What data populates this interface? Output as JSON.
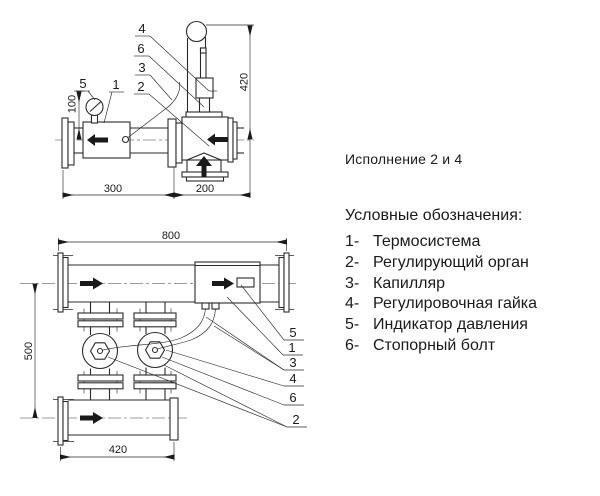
{
  "title": "Исполнение 2 и 4",
  "legend": {
    "heading": "Условные обозначения:",
    "items": [
      {
        "num": "1-",
        "label": "Термосистема"
      },
      {
        "num": "2-",
        "label": "Регулирующий орган"
      },
      {
        "num": "3-",
        "label": "Капилляр"
      },
      {
        "num": "4-",
        "label": "Регулировочная гайка"
      },
      {
        "num": "5-",
        "label": "Индикатор давления"
      },
      {
        "num": "6-",
        "label": "Стопорный болт"
      }
    ]
  },
  "top_drawing": {
    "callouts": {
      "n1": "1",
      "n2": "2",
      "n3": "3",
      "n4": "4",
      "n5": "5",
      "n6": "6"
    },
    "dimensions": {
      "gauge_height": "100",
      "actuator_height": "420",
      "span_left": "300",
      "span_right": "200"
    }
  },
  "bottom_drawing": {
    "callouts": {
      "n1": "1",
      "n2": "2",
      "n3": "3",
      "n4": "4",
      "n5": "5",
      "n6": "6"
    },
    "dimensions": {
      "overall_width": "800",
      "overall_height": "500",
      "bottom_pipe_length": "420"
    }
  },
  "colors": {
    "ink": "#1a1a1a",
    "background": "#ffffff"
  }
}
